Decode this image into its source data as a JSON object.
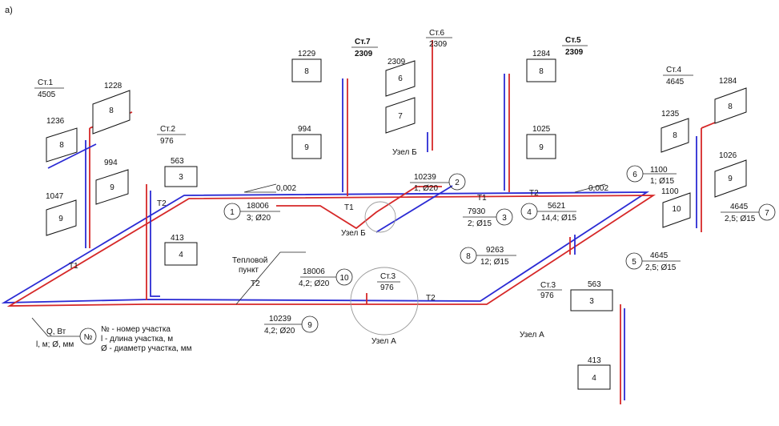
{
  "figure_letter": "а)",
  "risers": [
    {
      "label": "Ст.1",
      "load": "4505"
    },
    {
      "label": "Ст.2",
      "load": "976"
    },
    {
      "label": "Ст.7",
      "load": "2309"
    },
    {
      "label": "Ст.6",
      "load": "2309"
    },
    {
      "label": "Ст.5",
      "load": "2309"
    },
    {
      "label": "Ст.4",
      "load": "4645"
    },
    {
      "label": "Ст.3",
      "load": "976"
    },
    {
      "label": "Ст.3",
      "load": "976"
    }
  ],
  "radiators": [
    {
      "floor": "8",
      "load": "1228"
    },
    {
      "floor": "8",
      "load": "1236"
    },
    {
      "floor": "9",
      "load": "994"
    },
    {
      "floor": "9",
      "load": "1047"
    },
    {
      "floor": "3",
      "load": "563"
    },
    {
      "floor": "4",
      "load": "413"
    },
    {
      "floor": "8",
      "load": "1229"
    },
    {
      "floor": "9",
      "load": "994"
    },
    {
      "floor": "6",
      "load": "2309"
    },
    {
      "floor": "7",
      "load": ""
    },
    {
      "floor": "8",
      "load": "1284"
    },
    {
      "floor": "9",
      "load": "1025"
    },
    {
      "floor": "8",
      "load": "1284"
    },
    {
      "floor": "8",
      "load": "1235"
    },
    {
      "floor": "9",
      "load": "1026"
    },
    {
      "floor": "10",
      "load": "1100"
    },
    {
      "floor": "3",
      "load": "563"
    },
    {
      "floor": "4",
      "load": "413"
    }
  ],
  "sections": [
    {
      "num": "1",
      "q": "18006",
      "spec": "3; Ø20"
    },
    {
      "num": "2",
      "q": "10239",
      "spec": "1; Ø20"
    },
    {
      "num": "3",
      "q": "7930",
      "spec": "2; Ø15"
    },
    {
      "num": "4",
      "q": "5621",
      "spec": "14,4; Ø15"
    },
    {
      "num": "5",
      "q": "4645",
      "spec": "2,5; Ø15"
    },
    {
      "num": "6",
      "q": "1100",
      "spec": "1; Ø15"
    },
    {
      "num": "7",
      "q": "4645",
      "spec": "2,5; Ø15"
    },
    {
      "num": "8",
      "q": "9263",
      "spec": "12; Ø15"
    },
    {
      "num": "9",
      "q": "10239",
      "spec": "4,2; Ø20"
    },
    {
      "num": "10",
      "q": "18006",
      "spec": "4,2; Ø20"
    }
  ],
  "slopes": [
    "0,002",
    "0,002"
  ],
  "pipe_labels": {
    "t1": "Т1",
    "t2": "Т2"
  },
  "nodes": {
    "a": "Узел А",
    "b": "Узел Б"
  },
  "heat_point": [
    "Тепловой",
    "пункт"
  ],
  "legend": {
    "symbol_top": "Q, Вт",
    "symbol_bottom": "l, м; Ø, мм",
    "symbol_num": "№",
    "lines": [
      "№ - номер участка",
      "l - длина участка, м",
      "Ø - диаметр участка, мм"
    ]
  }
}
